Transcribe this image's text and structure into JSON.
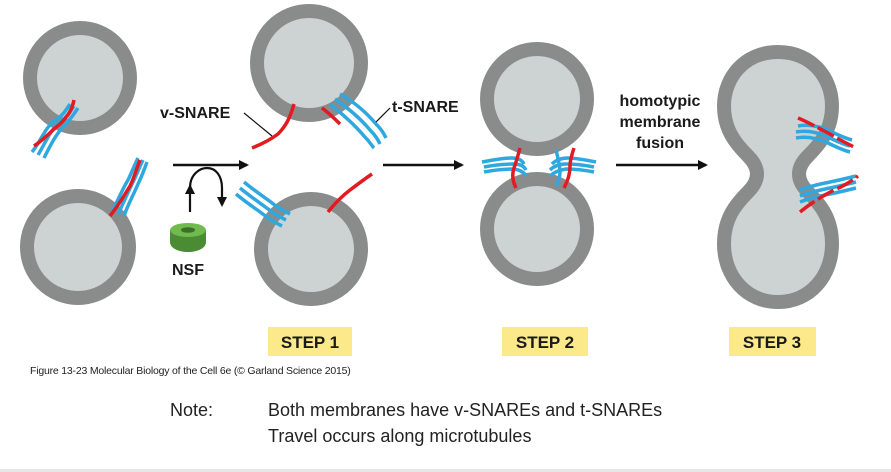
{
  "labels": {
    "v_snare": "v-SNARE",
    "t_snare": "t-SNARE",
    "nsf": "NSF",
    "fusion_line1": "homotypic",
    "fusion_line2": "membrane",
    "fusion_line3": "fusion"
  },
  "steps": [
    "STEP 1",
    "STEP 2",
    "STEP 3"
  ],
  "caption": "Figure 13-23  Molecular Biology of the Cell 6e (© Garland Science 2015)",
  "note": {
    "label": "Note:",
    "line1": "Both membranes have v-SNAREs and t-SNAREs",
    "line2": "Travel occurs along microtubules"
  },
  "colors": {
    "membrane": "#8a8c8c",
    "lumen": "#cdd3d2",
    "v_snare": "#e21b23",
    "t_snare": "#2fa8df",
    "nsf": "#5fa843",
    "step_highlight": "#fbe98a"
  }
}
